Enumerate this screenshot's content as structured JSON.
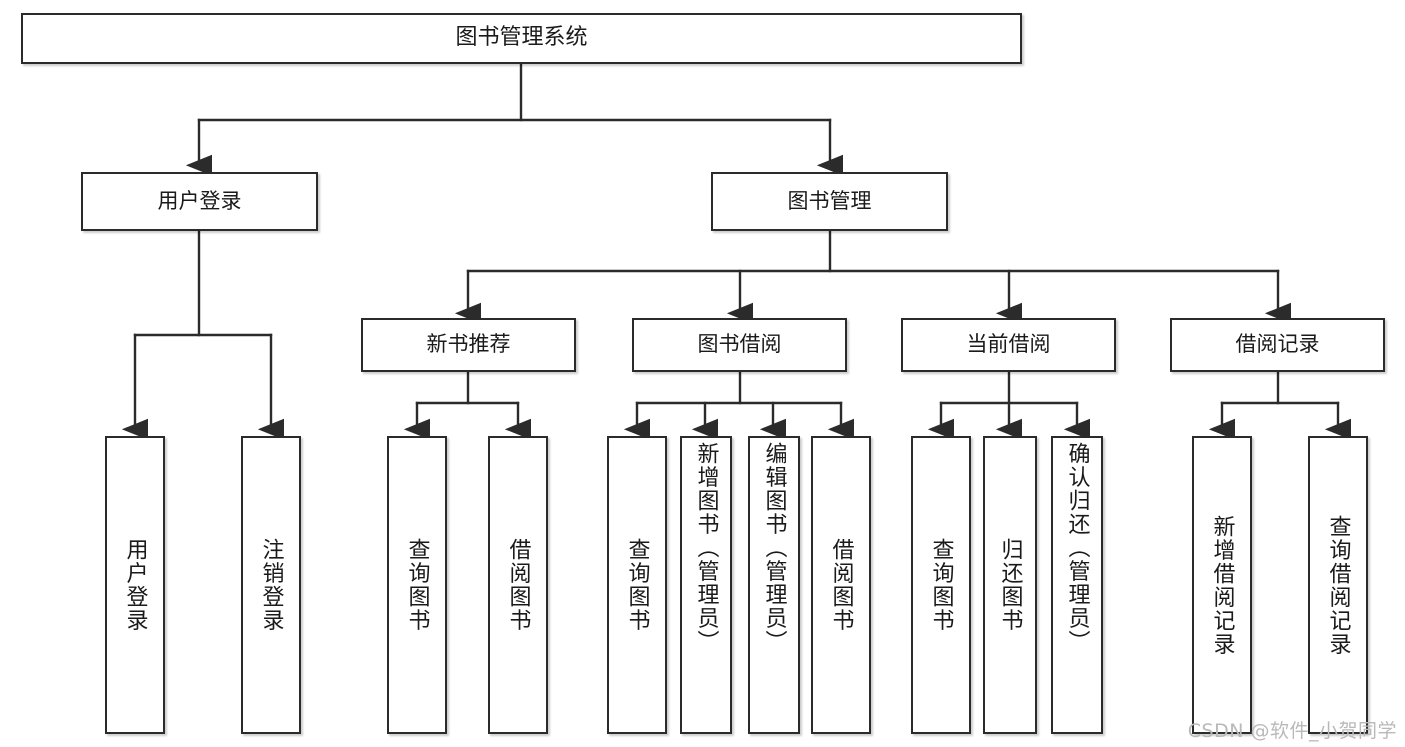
{
  "diagram": {
    "title": "图书管理系统",
    "root": {
      "label": "图书管理系统"
    },
    "level2": [
      {
        "label": "用户登录"
      },
      {
        "label": "图书管理"
      }
    ],
    "level3": [
      {
        "label": "新书推荐"
      },
      {
        "label": "图书借阅"
      },
      {
        "label": "当前借阅"
      },
      {
        "label": "借阅记录"
      }
    ],
    "leaves": {
      "user_login": [
        {
          "label": "用户登录"
        },
        {
          "label": "注销登录"
        }
      ],
      "new_book_recommend": [
        {
          "label": "查询图书"
        },
        {
          "label": "借阅图书"
        }
      ],
      "book_borrow": [
        {
          "label": "查询图书"
        },
        {
          "label": "新增图书（管理员）"
        },
        {
          "label": "编辑图书（管理员）"
        },
        {
          "label": "借阅图书"
        }
      ],
      "current_borrow": [
        {
          "label": "查询图书"
        },
        {
          "label": "归还图书"
        },
        {
          "label": "确认归还（管理员）"
        }
      ],
      "borrow_record": [
        {
          "label": "新增借阅记录"
        },
        {
          "label": "查询借阅记录"
        }
      ]
    }
  },
  "watermark": {
    "text": "CSDN @软件_小贺同学"
  },
  "colors": {
    "stroke": "#2b2b2b",
    "box_fill": "#ffffff",
    "text": "#1a1a1a",
    "watermark": "#b9b9b9"
  }
}
